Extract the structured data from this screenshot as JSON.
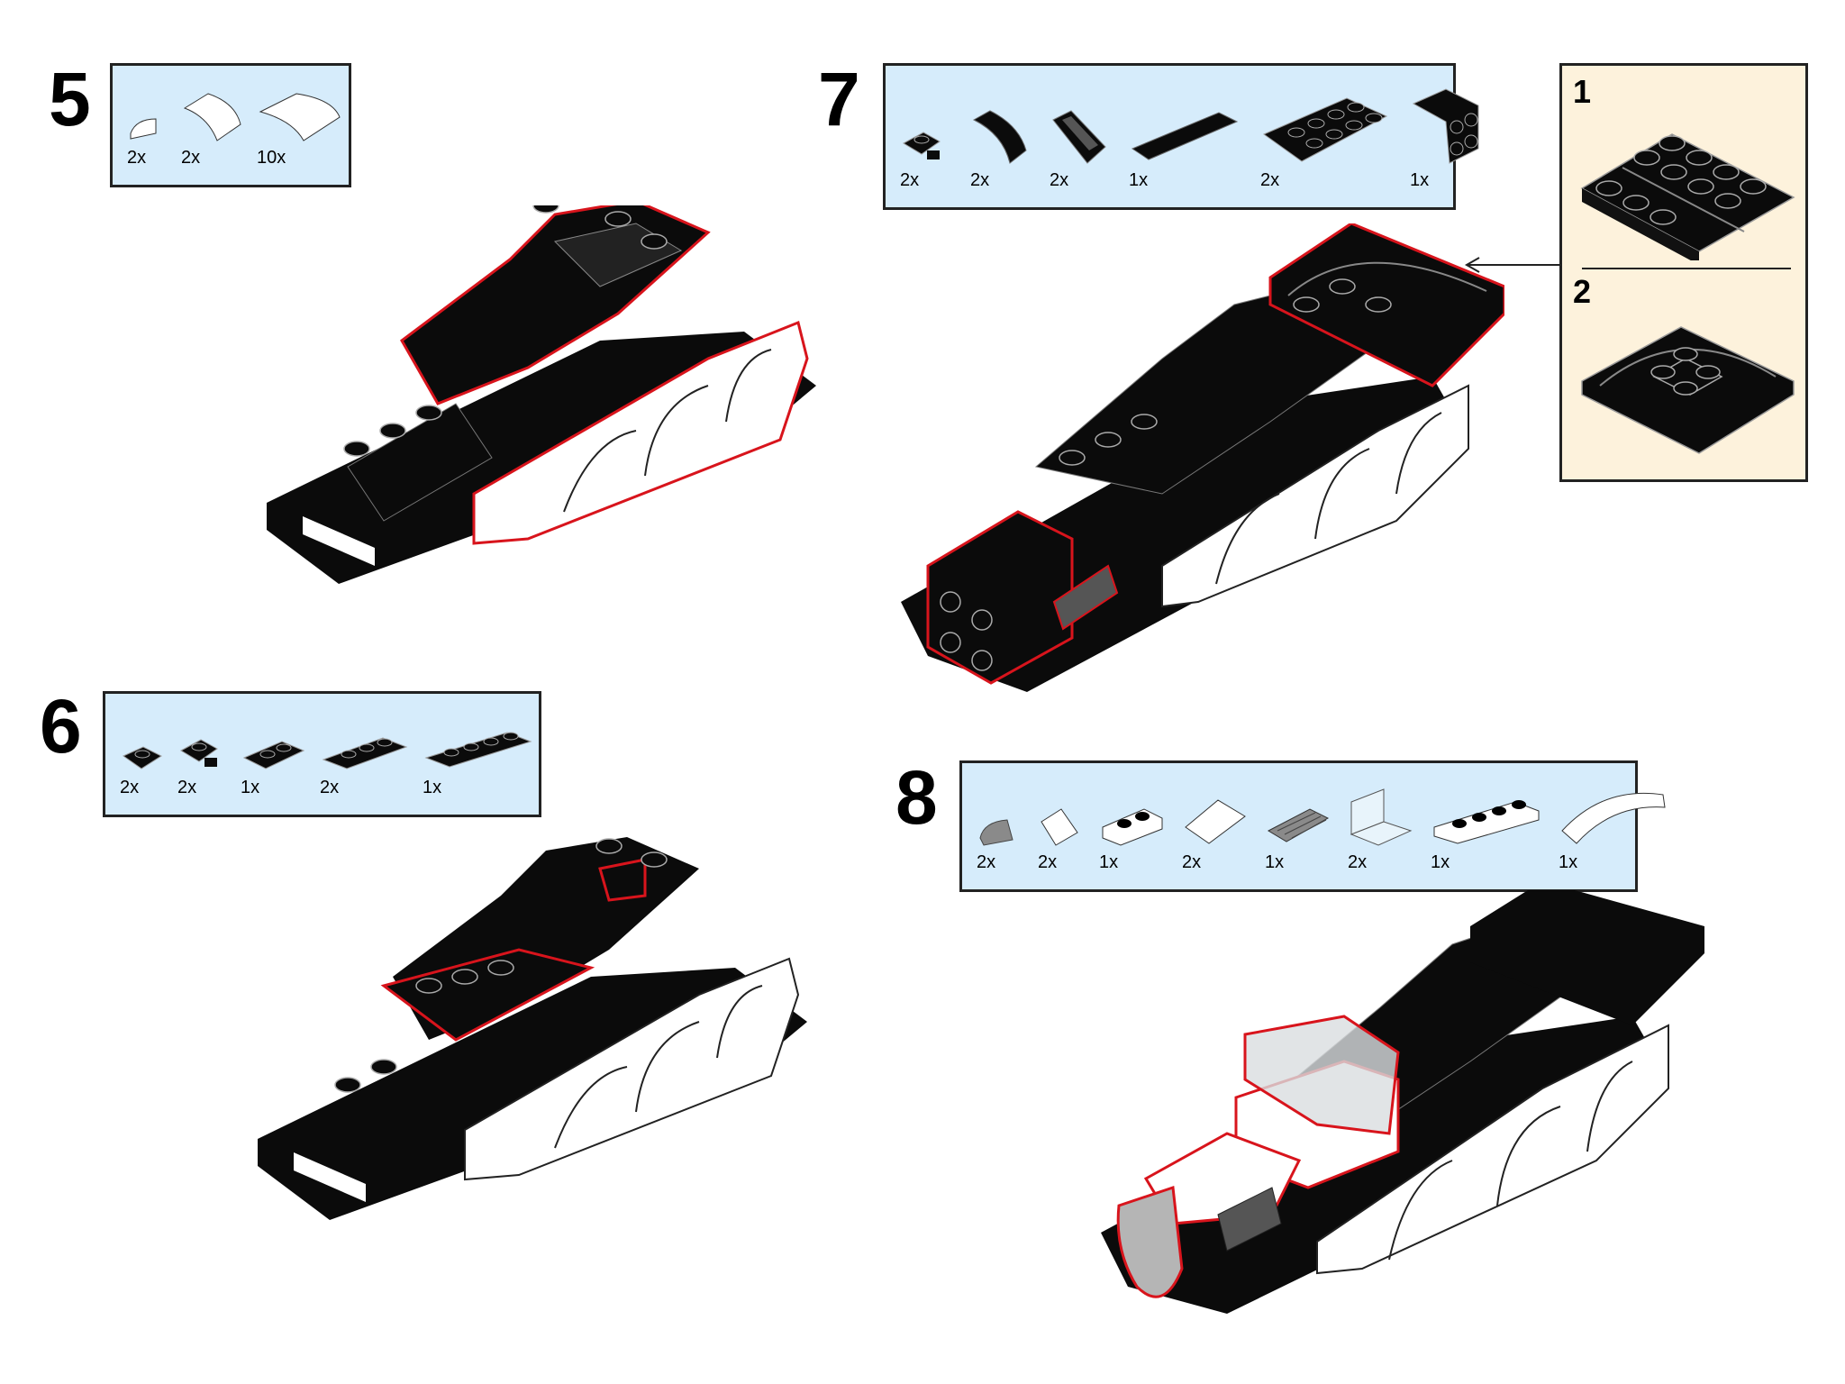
{
  "steps": [
    {
      "number": "5",
      "parts": [
        {
          "icon": "white-round-tile-quarter",
          "qty": "2x"
        },
        {
          "icon": "white-curved-slope-small",
          "qty": "2x"
        },
        {
          "icon": "white-curved-slope-large",
          "qty": "10x"
        }
      ]
    },
    {
      "number": "6",
      "parts": [
        {
          "icon": "black-plate-1x1",
          "qty": "2x"
        },
        {
          "icon": "black-plate-clip",
          "qty": "2x"
        },
        {
          "icon": "black-plate-1x2",
          "qty": "1x"
        },
        {
          "icon": "black-plate-1x3",
          "qty": "2x"
        },
        {
          "icon": "black-plate-1x4",
          "qty": "1x"
        }
      ]
    },
    {
      "number": "7",
      "parts": [
        {
          "icon": "black-plate-clip",
          "qty": "2x"
        },
        {
          "icon": "black-curved-slope",
          "qty": "2x"
        },
        {
          "icon": "black-printed-slope-vent",
          "qty": "2x"
        },
        {
          "icon": "black-tile-1x6",
          "qty": "1x"
        },
        {
          "icon": "black-plate-2x4",
          "qty": "2x"
        },
        {
          "icon": "black-bracket-2x2",
          "qty": "1x"
        }
      ]
    },
    {
      "number": "8",
      "parts": [
        {
          "icon": "gray-round-tile-quarter",
          "qty": "2x"
        },
        {
          "icon": "white-slope-small",
          "qty": "2x"
        },
        {
          "icon": "white-brick-1x2",
          "qty": "1x"
        },
        {
          "icon": "white-slope-1x2",
          "qty": "2x"
        },
        {
          "icon": "gray-grille-tile",
          "qty": "1x"
        },
        {
          "icon": "trans-clear-panel",
          "qty": "2x"
        },
        {
          "icon": "white-plate-1x4",
          "qty": "1x"
        },
        {
          "icon": "white-arch-curved",
          "qty": "1x"
        }
      ]
    }
  ],
  "callout": {
    "sub_steps": [
      "1",
      "2"
    ]
  },
  "colors": {
    "parts_bg": "#d6ecfb",
    "callout_bg": "#fdf2dc",
    "highlight": "#d8141c",
    "brick": "#0b0b0b"
  }
}
